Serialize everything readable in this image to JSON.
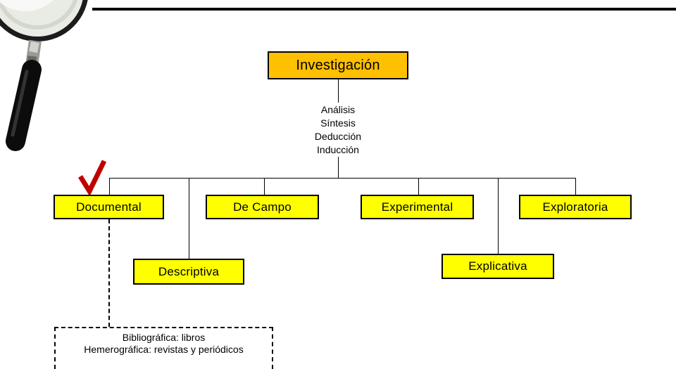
{
  "diagram": {
    "root": {
      "label": "Investigación",
      "fill": "#FFC000"
    },
    "methods": [
      "Análisis",
      "Síntesis",
      "Deducción",
      "Inducción"
    ],
    "branches": [
      {
        "label": "Documental",
        "fill": "#FFFF00"
      },
      {
        "label": "De Campo",
        "fill": "#FFFF00"
      },
      {
        "label": "Experimental",
        "fill": "#FFFF00"
      },
      {
        "label": "Exploratoria",
        "fill": "#FFFF00"
      }
    ],
    "sub_branches": [
      {
        "label": "Descriptiva",
        "fill": "#FFFF00",
        "parent_gap": "between Documental and De Campo"
      },
      {
        "label": "Explicativa",
        "fill": "#FFFF00",
        "parent_gap": "between Experimental and Exploratoria"
      }
    ],
    "documental_note": {
      "lines": [
        "Bibliográfica: libros",
        "Hemerográfica: revistas y periódicos"
      ]
    },
    "decorations": {
      "checkmark_color": "#c00000",
      "top_rule_color": "#000000",
      "magnifier": "magnifying-glass-photo"
    }
  }
}
